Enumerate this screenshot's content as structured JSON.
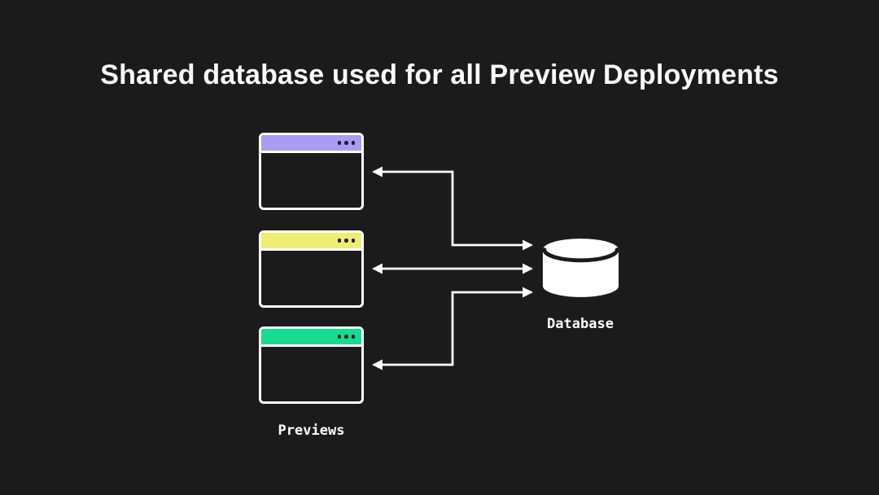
{
  "title": "Shared database used for all Preview Deployments",
  "diagram": {
    "previews_label": "Previews",
    "database_label": "Database",
    "windows": [
      {
        "id": "preview-window-1",
        "titlebar_color": "#a99cf2"
      },
      {
        "id": "preview-window-2",
        "titlebar_color": "#edee72"
      },
      {
        "id": "preview-window-3",
        "titlebar_color": "#15dc90"
      }
    ],
    "colors": {
      "background": "#1b1b1b",
      "window_border": "#ffffff",
      "window_body": "#1b1b1b",
      "titlebar_dot": "#201c30",
      "arrow": "#ffffff",
      "database_fill": "#ffffff",
      "database_lid_edge": "#1b1b1b",
      "text": "#ffffff"
    }
  }
}
